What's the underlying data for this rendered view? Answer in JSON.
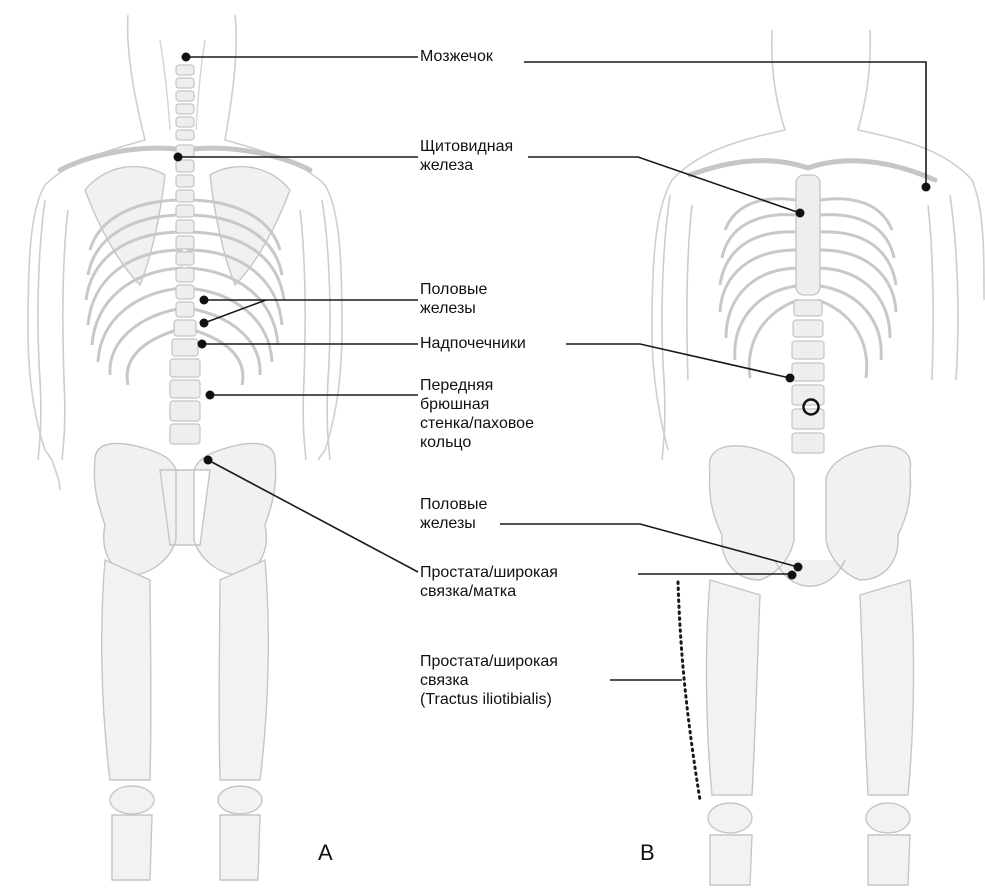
{
  "labels": {
    "cerebellum": [
      "Мозжечок"
    ],
    "thyroid": [
      "Щитовидная",
      "железа"
    ],
    "gonads_back": [
      "Половые",
      "железы"
    ],
    "adrenals": [
      "Надпочечники"
    ],
    "abdominal_wall": [
      "Передняя",
      "брюшная",
      "стенка/паховое",
      "кольцо"
    ],
    "gonads_front": [
      "Половые",
      "железы"
    ],
    "prostate_uterus": [
      "Простата/широкая",
      "связка/матка"
    ],
    "prostate_it": [
      "Простата/широкая",
      "связка",
      "(Tractus iliotibialis)"
    ]
  },
  "panels": {
    "a": "A",
    "b": "B"
  },
  "colors": {
    "bone_fill": "#f3f3f3",
    "bone_stroke": "#c8c8c8",
    "outline": "#cfcfcf",
    "leader": "#1a1a1a",
    "text": "#111111"
  }
}
